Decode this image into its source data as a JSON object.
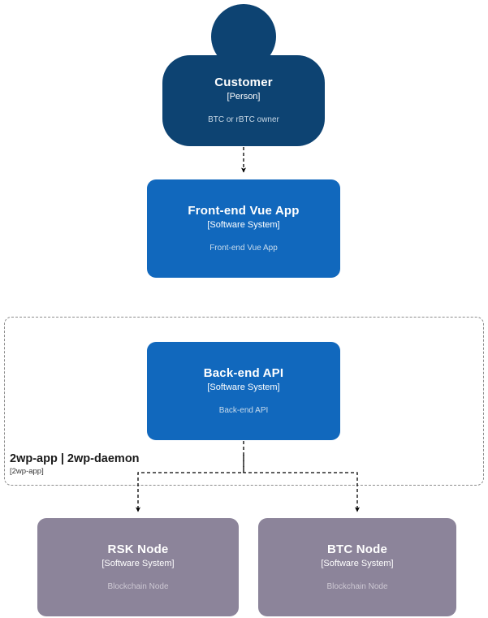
{
  "diagram": {
    "type": "C4 System Context / Container diagram",
    "background_color": "#ffffff",
    "palette": {
      "person_fill": "#0d4372",
      "software_system_fill": "#1168bd",
      "external_system_fill": "#8c849a",
      "node_title_color": "#ffffff",
      "node_description_color": "#c9dcec",
      "boundary_stroke": "#8c8c8c",
      "connector_stroke": "#000000"
    }
  },
  "nodes": {
    "customer": {
      "name": "Customer",
      "type": "[Person]",
      "description": "BTC or rBTC owner",
      "shape": "person",
      "fill": "#0d4372"
    },
    "frontend": {
      "name": "Front-end Vue App",
      "type": "[Software System]",
      "description": "Front-end Vue App",
      "shape": "rounded-box",
      "fill": "#1168bd"
    },
    "backend": {
      "name": "Back-end API",
      "type": "[Software System]",
      "description": "Back-end API",
      "shape": "rounded-box",
      "fill": "#1168bd"
    },
    "rsk_node": {
      "name": "RSK Node",
      "type": "[Software System]",
      "description": "Blockchain Node",
      "shape": "rounded-box",
      "fill": "#8c849a"
    },
    "btc_node": {
      "name": "BTC Node",
      "type": "[Software System]",
      "description": "Blockchain Node",
      "shape": "rounded-box",
      "fill": "#8c849a"
    }
  },
  "boundary": {
    "name": "2wp-app | 2wp-daemon",
    "type": "[2wp-app]",
    "style": "dashed",
    "contains": [
      "backend"
    ]
  },
  "connectors": [
    {
      "id": "customer-to-frontend",
      "from": "customer",
      "to": "frontend",
      "style": "dashed",
      "arrow": "end",
      "label": ""
    },
    {
      "id": "backend-to-rsk",
      "from": "backend",
      "to": "rsk_node",
      "style": "dashed",
      "arrow": "end",
      "label": ""
    },
    {
      "id": "backend-to-btc",
      "from": "backend",
      "to": "btc_node",
      "style": "dashed",
      "arrow": "end",
      "label": ""
    }
  ]
}
